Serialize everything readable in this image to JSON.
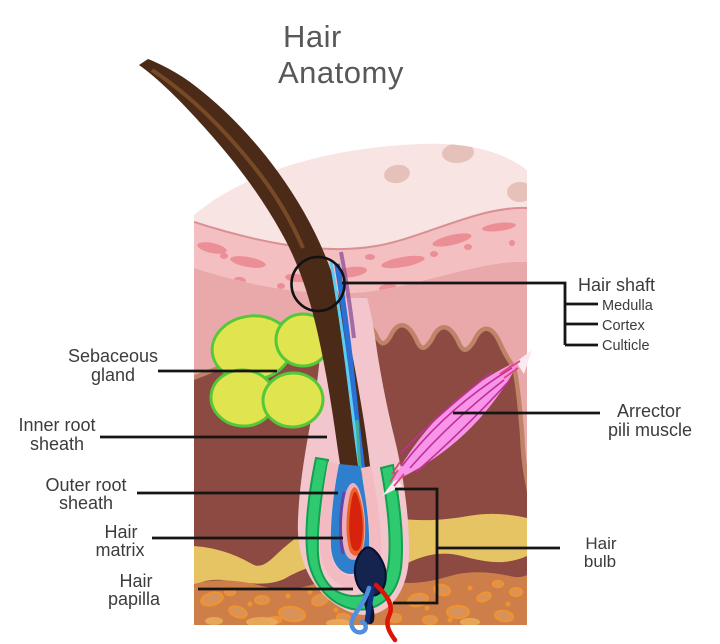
{
  "title": {
    "line1": "Hair",
    "line2": "Anatomy"
  },
  "labels": {
    "hair_shaft": "Hair shaft",
    "medulla": "Medulla",
    "cortex": "Cortex",
    "cuticle": "Culticle",
    "sebaceous_1": "Sebaceous",
    "sebaceous_2": "gland",
    "inner_root_1": "Inner root",
    "inner_root_2": "sheath",
    "outer_root_1": "Outer root",
    "outer_root_2": "sheath",
    "hair_matrix_1": "Hair",
    "hair_matrix_2": "matrix",
    "hair_papilla_1": "Hair",
    "hair_papilla_2": "papilla",
    "arrector_1": "Arrector",
    "arrector_2": "pili muscle",
    "hair_bulb_1": "Hair",
    "hair_bulb_2": "bulb"
  },
  "colors": {
    "epidermis": "#f8e4e2",
    "epidermis_spot": "#e5c1ba",
    "granular_band": "#f4bfc1",
    "granular_blob": "#eb8e96",
    "dermis": "#e9a9ab",
    "reticular_brown": "#8d4a42",
    "bump_rim_tan": "#bf8468",
    "fat_yellow": "#e7c463",
    "adipose_orange": "#ce7f49",
    "fat_cell_outline": "#f0922f",
    "hair_brown": "#4b2a17",
    "follicle_channel": "#f2c6cc",
    "outer_sheath_green": "#2fca70",
    "inner_sheath_blue": "#2e80cf",
    "sheath_pink": "#f3bac2",
    "matrix_red": "#d8230c",
    "matrix_orange": "#e8632a",
    "papilla_navy": "#15234f",
    "artery_red": "#dc1507",
    "vein_blue": "#4f8fdd",
    "sebaceous_yellow": "#e0e44f",
    "sebaceous_outline": "#55c83a",
    "muscle_pink": "#f995e9",
    "muscle_streak": "#c02f98",
    "annotation": "#151515"
  }
}
